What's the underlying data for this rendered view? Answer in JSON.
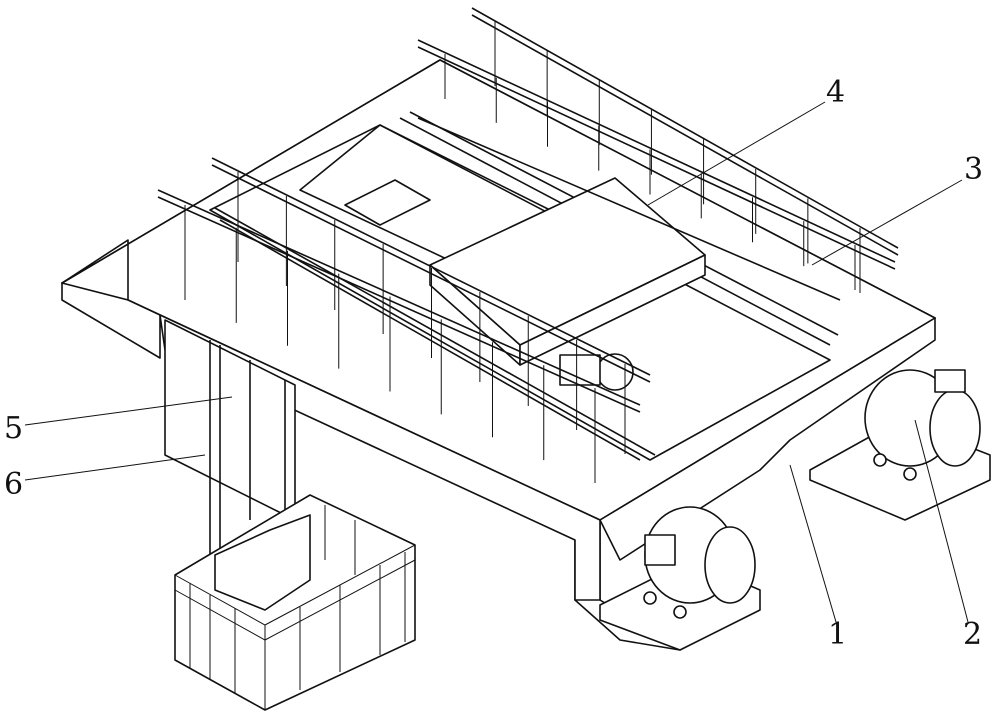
{
  "figure": {
    "labels": [
      {
        "id": "label-4",
        "text": "4"
      },
      {
        "id": "label-3",
        "text": "3"
      },
      {
        "id": "label-5",
        "text": "5"
      },
      {
        "id": "label-6",
        "text": "6"
      },
      {
        "id": "label-1",
        "text": "1"
      },
      {
        "id": "label-2",
        "text": "2"
      }
    ]
  }
}
